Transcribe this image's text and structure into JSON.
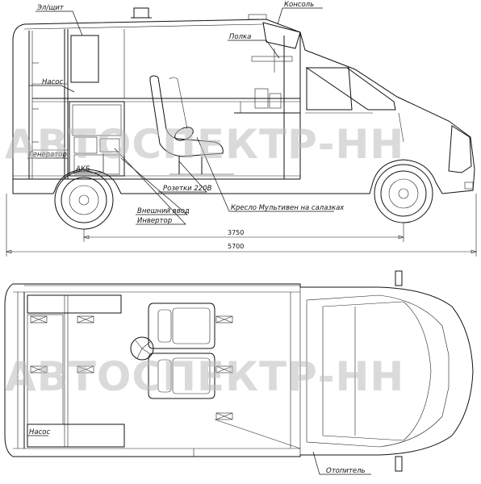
{
  "watermark": "АВТОСПЕКТР-НН",
  "side_view": {
    "labels": {
      "panel": "Эл/щит",
      "console": "Консоль",
      "shelf": "Полка",
      "pump": "Насос",
      "generator": "Генератор",
      "battery": "АКБ",
      "sockets": "Розетки 220В",
      "external_input": "Внешний ввод",
      "chair": "Кресло Мультивен на салазках",
      "inverter": "Инвертор"
    },
    "dimensions": {
      "wheelbase": "3750",
      "length": "5700"
    }
  },
  "top_view": {
    "labels": {
      "pump": "Насос",
      "heater": "Отопитель"
    }
  }
}
